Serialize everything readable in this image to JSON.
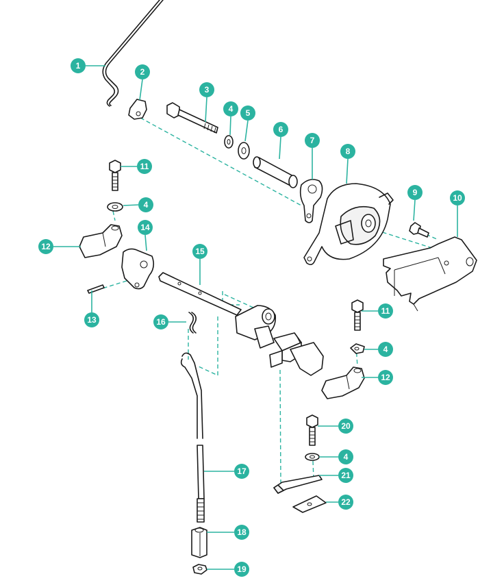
{
  "accent_color": "#2bb3a0",
  "line_color": "#1a1a1a",
  "callouts": [
    {
      "id": "c1",
      "label": "1"
    },
    {
      "id": "c2",
      "label": "2"
    },
    {
      "id": "c3",
      "label": "3"
    },
    {
      "id": "c4a",
      "label": "4"
    },
    {
      "id": "c5",
      "label": "5"
    },
    {
      "id": "c6",
      "label": "6"
    },
    {
      "id": "c7",
      "label": "7"
    },
    {
      "id": "c8",
      "label": "8"
    },
    {
      "id": "c9",
      "label": "9"
    },
    {
      "id": "c10",
      "label": "10"
    },
    {
      "id": "c11a",
      "label": "11"
    },
    {
      "id": "c4b",
      "label": "4"
    },
    {
      "id": "c12a",
      "label": "12"
    },
    {
      "id": "c14",
      "label": "14"
    },
    {
      "id": "c13",
      "label": "13"
    },
    {
      "id": "c15",
      "label": "15"
    },
    {
      "id": "c16",
      "label": "16"
    },
    {
      "id": "c11b",
      "label": "11"
    },
    {
      "id": "c4c",
      "label": "4"
    },
    {
      "id": "c12b",
      "label": "12"
    },
    {
      "id": "c20",
      "label": "20"
    },
    {
      "id": "c4d",
      "label": "4"
    },
    {
      "id": "c21",
      "label": "21"
    },
    {
      "id": "c22",
      "label": "22"
    },
    {
      "id": "c17",
      "label": "17"
    },
    {
      "id": "c18",
      "label": "18"
    },
    {
      "id": "c19",
      "label": "19"
    }
  ]
}
